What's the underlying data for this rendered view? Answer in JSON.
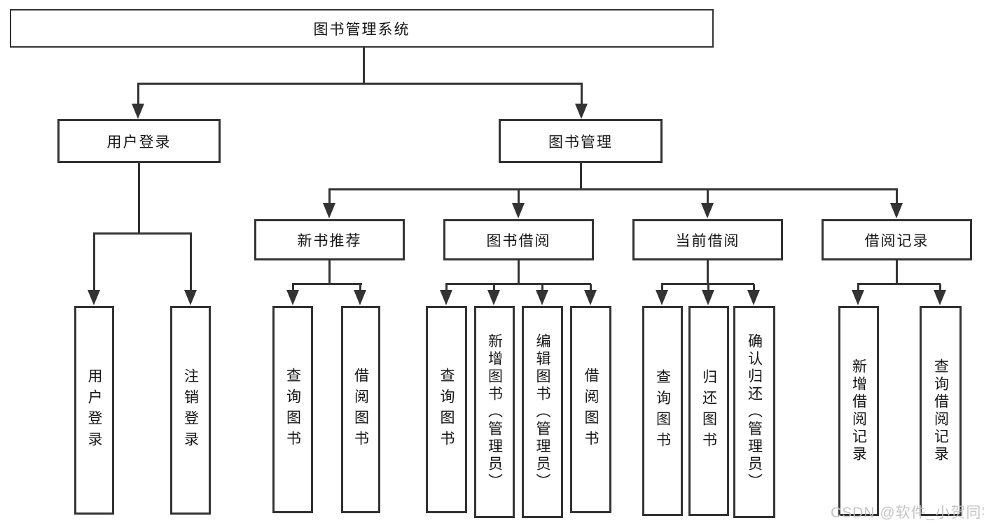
{
  "diagram": {
    "root": {
      "label": "图书管理系统"
    },
    "branches": [
      {
        "label": "用户登录",
        "children": [
          {
            "label": "用户登录"
          },
          {
            "label": "注销登录"
          }
        ]
      },
      {
        "label": "图书管理",
        "children": [
          {
            "label": "新书推荐",
            "children": [
              {
                "label": "查询图书"
              },
              {
                "label": "借阅图书"
              }
            ]
          },
          {
            "label": "图书借阅",
            "children": [
              {
                "label": "查询图书"
              },
              {
                "label": "新增图书（管理员）"
              },
              {
                "label": "编辑图书（管理员）"
              },
              {
                "label": "借阅图书"
              }
            ]
          },
          {
            "label": "当前借阅",
            "children": [
              {
                "label": "查询图书"
              },
              {
                "label": "归还图书"
              },
              {
                "label": "确认归还（管理员）"
              }
            ]
          },
          {
            "label": "借阅记录",
            "children": [
              {
                "label": "新增借阅记录"
              },
              {
                "label": "查询借阅记录"
              }
            ]
          }
        ]
      }
    ]
  },
  "watermark": {
    "text": "CSDN @软件_小贺同学"
  },
  "colors": {
    "line": "#333333",
    "box_border": "#333333",
    "text": "#161616",
    "watermark": "#c0c0c0",
    "background": "#ffffff"
  }
}
